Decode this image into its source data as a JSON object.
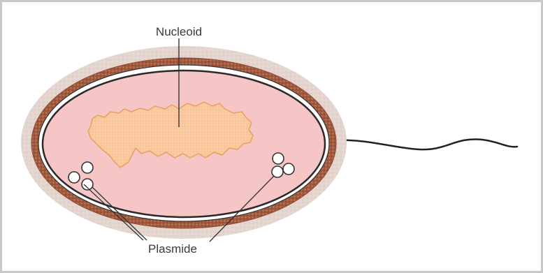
{
  "labels": {
    "nucleoid": "Nucleoid",
    "plasmids": "Plasmide"
  },
  "colors": {
    "frame": "#c8c8c8",
    "capsule": "#e3d3cc",
    "cell_wall": "#a0553a",
    "cytoplasm": "#f6c4c4",
    "nucleoid_fill": "#f9c79c",
    "nucleoid_edge": "#e79a55",
    "outline": "#222222"
  },
  "icons": {
    "plasmid": "circle-outline",
    "flagellum": "wavy-line"
  }
}
